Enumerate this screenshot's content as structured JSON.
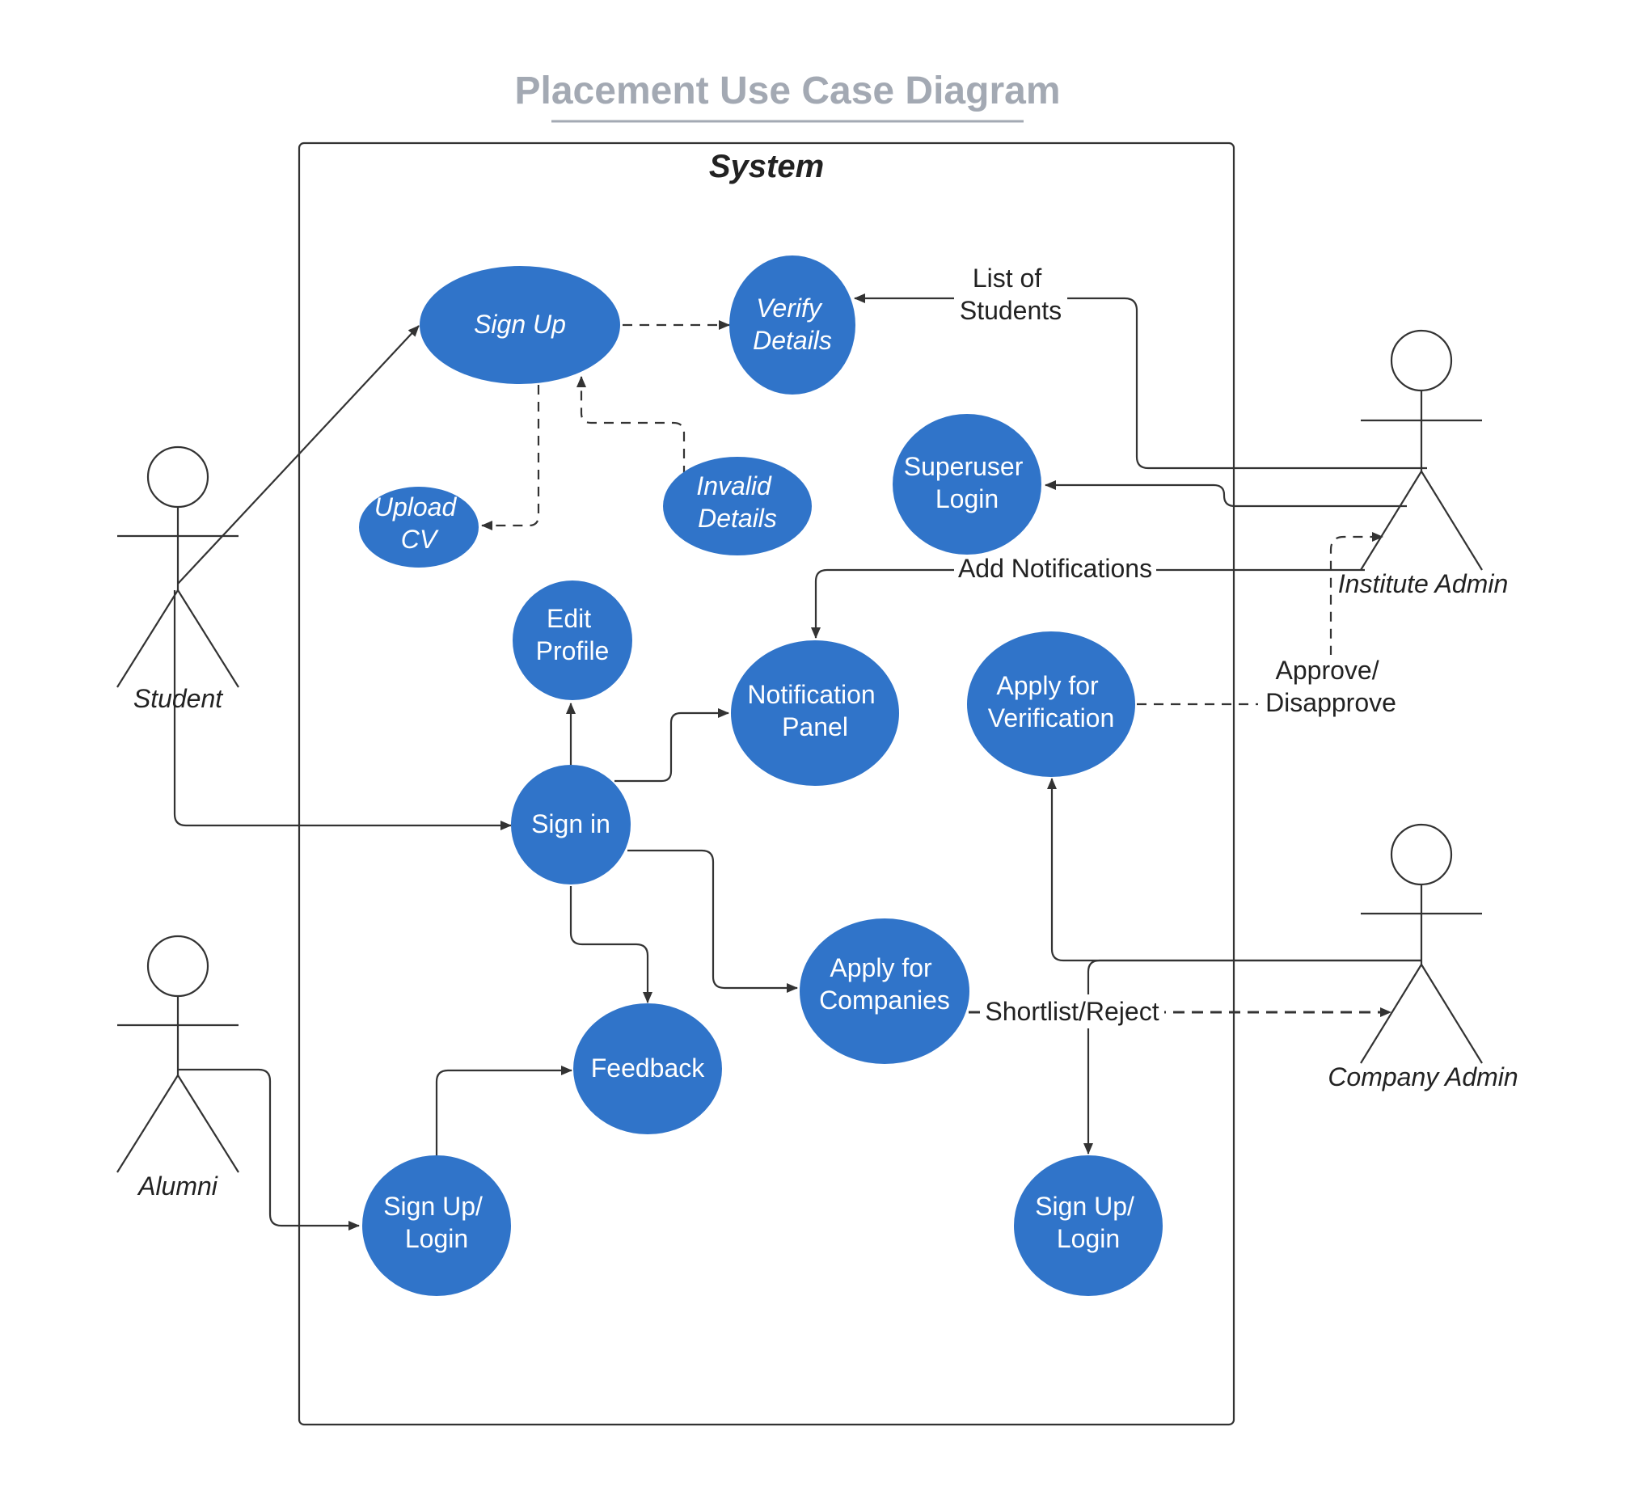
{
  "title": "Placement Use Case Diagram",
  "system": {
    "label": "System"
  },
  "actors": {
    "student": "Student",
    "alumni": "Alumni",
    "institute_admin": "Institute Admin",
    "company_admin": "Company Admin"
  },
  "use_cases": {
    "sign_up": [
      "Sign Up"
    ],
    "verify_details": [
      "Verify",
      "Details"
    ],
    "upload_cv": [
      "Upload",
      "CV"
    ],
    "invalid_details": [
      "Invalid",
      "Details"
    ],
    "superuser_login": [
      "Superuser",
      "Login"
    ],
    "edit_profile": [
      "Edit",
      "Profile"
    ],
    "notification_panel": [
      "Notification",
      "Panel"
    ],
    "apply_verification": [
      "Apply for",
      "Verification"
    ],
    "sign_in": [
      "Sign in"
    ],
    "apply_companies": [
      "Apply for",
      "Companies"
    ],
    "feedback": [
      "Feedback"
    ],
    "alumni_signup": [
      "Sign Up/",
      "Login"
    ],
    "company_signup": [
      "Sign Up/",
      "Login"
    ]
  },
  "edge_labels": {
    "list_of_students": [
      "List of",
      "Students"
    ],
    "add_notifications": "Add Notifications",
    "approve": [
      "Approve/",
      "Disapprove"
    ],
    "shortlist": "Shortlist/Reject"
  },
  "colors": {
    "use_case_fill": "#3074c9",
    "title": "#a3a9b3",
    "line": "#333333"
  }
}
